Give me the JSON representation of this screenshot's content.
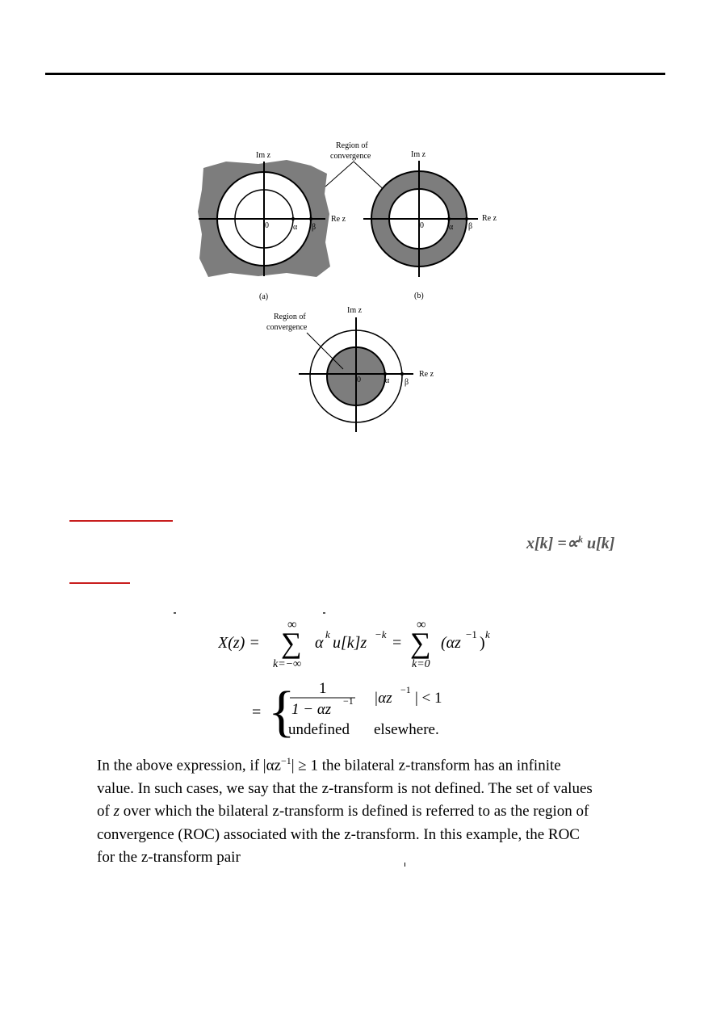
{
  "figure": {
    "roc_label": "Region of convergence",
    "roc_line1": "Region of",
    "roc_line2": "convergence",
    "im_axis": "Im z",
    "re_axis": "Re z",
    "origin": "0",
    "alpha": "α",
    "beta": "β",
    "caption_a": "(a)",
    "caption_b": "(b)"
  },
  "example": {
    "signal": "x[k] =∝",
    "signal_exp": "k",
    "signal_tail": " u[k]"
  },
  "equation": {
    "lhs": "X(z) =",
    "sum_top": "∞",
    "sum_bottom_1": "k=−∞",
    "sum_bottom_2": "k=0",
    "term_1": "α",
    "term_1_exp": "k",
    "term_1_rest": "u[k]z",
    "term_1_rest_exp": "−k",
    "eq_sign": "=",
    "term_2": "(αz",
    "term_2_exp": "−1",
    "term_2_close": ")",
    "term_2_outer_exp": "k",
    "case_num": "1",
    "case_den": "1 − αz",
    "case_den_exp": "−1",
    "case_cond": "|αz",
    "case_cond_exp": "−1",
    "case_cond_rest": "| < 1",
    "case_else_value": "undefined",
    "case_else_cond": "elsewhere."
  },
  "paragraph": {
    "line1_a": "In the above expression, if |αz",
    "line1_exp": "−1",
    "line1_b": "| ≥ 1 the bilateral z-transform has an infinite",
    "line2": "value. In such cases, we say that the z-transform is not defined. The set of values",
    "line3_z": "z",
    "line3_a": "of ",
    "line3_b": " over which the bilateral z-transform is defined is referred to as the region of",
    "line4": "convergence (ROC) associated with the z-transform. In this example, the ROC",
    "line5": "for the z-transform pair"
  }
}
